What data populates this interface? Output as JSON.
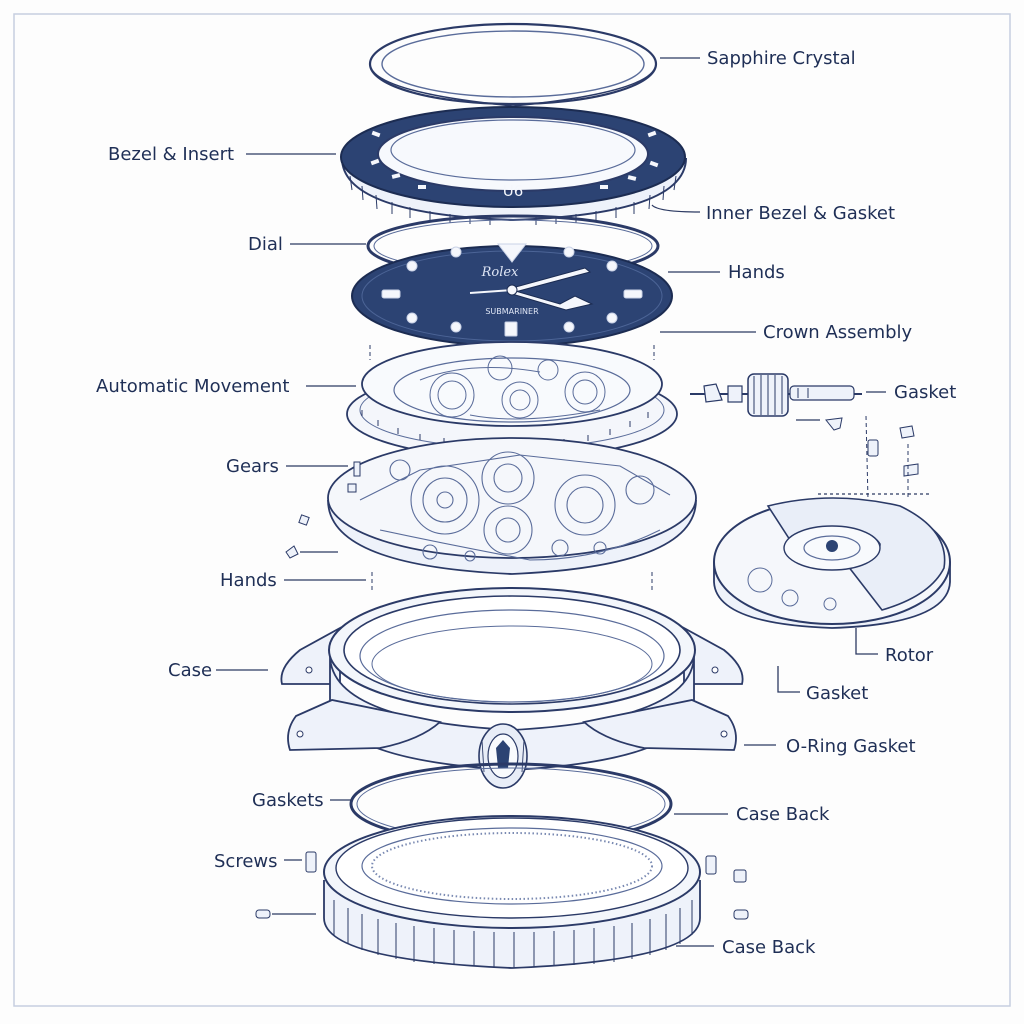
{
  "diagram": {
    "colors": {
      "ink": "#2b3a67",
      "navy": "#2c4373",
      "paper": "#fdfdfd",
      "metal": "#eef2fa"
    },
    "labels": {
      "sapphire_crystal": "Sapphire Crystal",
      "bezel_insert": "Bezel & Insert",
      "inner_bezel_gasket": "Inner Bezel & Gasket",
      "dial": "Dial",
      "hands_top": "Hands",
      "crown_assembly": "Crown Assembly",
      "automatic_movement": "Automatic Movement",
      "gasket_crown": "Gasket",
      "gears": "Gears",
      "hands_lower": "Hands",
      "rotor": "Rotor",
      "case": "Case",
      "gasket_rotor": "Gasket",
      "o_ring_gasket": "O-Ring Gasket",
      "gaskets": "Gaskets",
      "case_back_upper": "Case Back",
      "screws": "Screws",
      "case_back_lower": "Case Back"
    },
    "printed_marks": {
      "bezel_number": "U6",
      "dial_brand": "Rolex",
      "dial_text": "SUBMARINER"
    }
  }
}
